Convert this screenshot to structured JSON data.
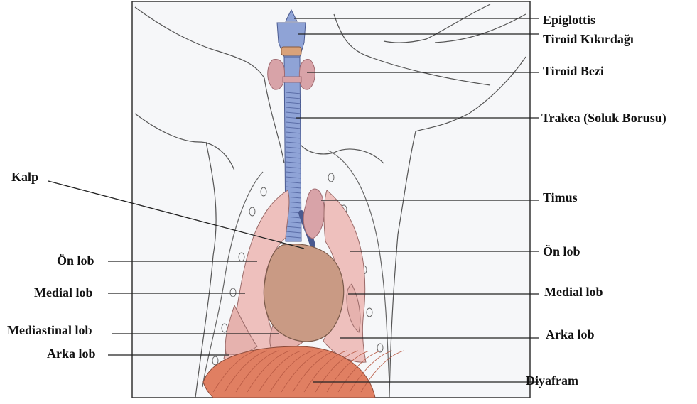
{
  "labels": {
    "epiglottis": "Epiglottis",
    "tiroid_kikirdagi": "Tiroid Kıkırdağı",
    "tiroid_bezi": "Tiroid Bezi",
    "trakea": "Trakea (Soluk Borusu)",
    "kalp": "Kalp",
    "timus": "Timus",
    "on_lob_left": "Ön lob",
    "on_lob_right": "Ön lob",
    "medial_lob_left": "Medial lob",
    "medial_lob_right": "Medial lob",
    "mediastinal_lob": "Mediastinal lob",
    "arka_lob_left": "Arka lob",
    "arka_lob_right": "Arka lob",
    "diyafram": "Diyafram"
  },
  "colors": {
    "trachea": "#8fa3d6",
    "thyroid": "#d8a3a8",
    "heart": "#c99a84",
    "lung": "#eec0bd",
    "diaphragm": "#e07f62",
    "outline": "#555555",
    "background": "#f6f7f9"
  }
}
